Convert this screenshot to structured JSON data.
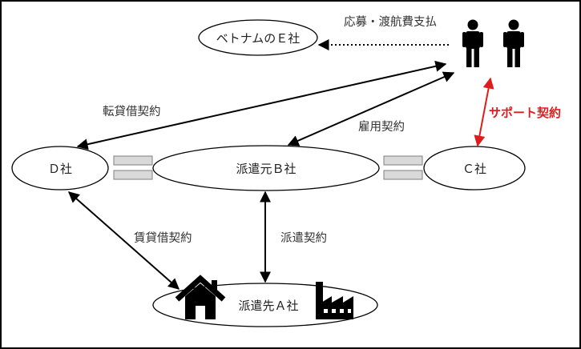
{
  "nodes": {
    "e_company": "ベトナムのＥ社",
    "d_company": "Ｄ社",
    "b_company": "派遣元Ｂ社",
    "c_company": "Ｃ社",
    "a_company": "派遣先Ａ社"
  },
  "edges": {
    "application": "応募・渡航費支払",
    "sublease": "転貸借契約",
    "employment": "雇用契約",
    "support": "サポート契約",
    "lease": "賃貸借契約",
    "dispatch": "派遣契約"
  },
  "colors": {
    "line": "#000000",
    "support": "#e01b1b",
    "equal_bar_fill": "#d9d9d9",
    "equal_bar_stroke": "#7f7f7f"
  },
  "icons": [
    "people-icon",
    "house-icon",
    "factory-icon"
  ]
}
